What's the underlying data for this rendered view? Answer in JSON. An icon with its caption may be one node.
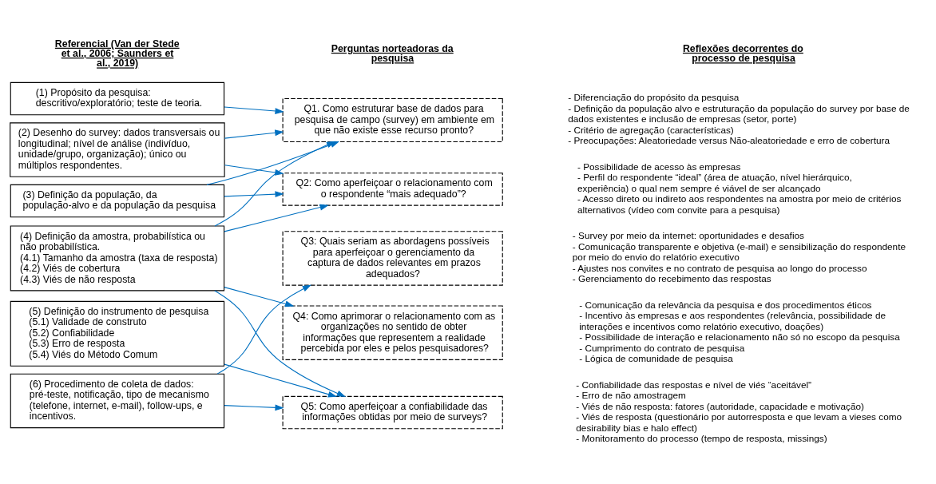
{
  "diagram": {
    "nodes": [
      {
        "text": [
          "(1) Propósito da pesquisa: descritivo/exploratório; teste de teoria."
        ]
      },
      {
        "text": [
          "(2) Desenho do survey: dados transversais ou longitudinal; nível de análise (indivíduo, unidade/grupo, organização); único ou múltiplos respondentes."
        ]
      },
      {
        "text": [
          "(3) Definição da população, da população-alvo e da população da pesquisa"
        ]
      },
      {
        "text": [
          "(4) Definição da amostra, probabilística ou não probabilística.",
          "(4.1) Tamanho da amostra (taxa de resposta)",
          "(4.2) Viés de cobertura",
          "(4.3) Viés de não resposta"
        ]
      },
      {
        "text": [
          "(5) Definição do instrumento de pesquisa",
          "(5.1) Validade de construto",
          "(5.2) Confiabilidade",
          "(5.3) Erro de resposta",
          "(5.4) Viés do Método Comum"
        ]
      },
      {
        "text": [
          "(6) Procedimento de coleta de dados: pré-teste, notificação, tipo de mecanismo (telefone, internet, e-mail), follow-ups, e incentivos."
        ]
      },
      {
        "text": [
          "Q1. Como estruturar base de dados para pesquisa de campo (survey) em ambiente em que não existe esse recurso pronto?"
        ],
        "beside": [
          "- Diferenciação do propósito da pesquisa",
          "- Definição da população alvo e estruturação da população do survey por base de dados existentes e inclusão de empresas (setor, porte)",
          "- Critério de agregação (características)",
          "- Preocupações: Aleatoriedade versus Não-aleatoriedade e erro de cobertura"
        ]
      },
      {
        "text": [
          "Q2: Como aperfeiçoar o relacionamento com o respondente “mais adequado”?"
        ],
        "beside": [
          "- Possibilidade de acesso às empresas",
          "- Perfil do respondente “ideal” (área de atuação, nível hierárquico, experiência) o qual nem sempre é viável de ser alcançado",
          "- Acesso direto ou indireto aos respondentes na amostra por meio de critérios alternativos (vídeo com convite para a pesquisa)"
        ]
      },
      {
        "text": [
          "Q3: Quais seriam as abordagens possíveis para aperfeiçoar o gerenciamento da captura de dados relevantes em prazos adequados?"
        ],
        "beside": [
          "- Survey por meio da internet: oportunidades e desafios",
          "- Comunicação transparente e objetiva (e-mail) e sensibilização do respondente por meio do envio do relatório executivo",
          "- Ajustes nos convites e no contrato de pesquisa ao longo do processo",
          "- Gerenciamento do recebimento das respostas"
        ]
      },
      {
        "text": [
          "Q4: Como aprimorar o relacionamento com as organizações no sentido de obter informações que representem a realidade percebida por eles e pelos pesquisadores?"
        ],
        "beside": [
          "- Comunicação da relevância da pesquisa e dos procedimentos éticos",
          "- Incentivo às empresas e aos respondentes (relevância, possibilidade de interações e incentivos como relatório executivo, doações)",
          "- Possibilidade de interação e relacionamento não só no escopo da pesquisa",
          "- Cumprimento do contrato de pesquisa",
          "- Lógica de comunidade de pesquisa"
        ]
      },
      {
        "text": [
          "Q5: Como aperfeiçoar a confiabilidade das informações obtidas por meio de surveys?"
        ],
        "beside": [
          "- Confiabilidade das respostas e nível de viés “aceitável”",
          "- Erro de não amostragem",
          "- Viés de não resposta: fatores (autoridade, capacidade e motivação)",
          "- Viés de resposta (questionário por autorresposta e que levam a vieses como desirability bias e halo effect)",
          "- Monitoramento do processo (tempo de resposta, missings)"
        ]
      }
    ],
    "edges": [
      {
        "from": 0,
        "to": 6,
        "arrow": "to"
      },
      {
        "from": 1,
        "to": 6,
        "arrow": "to"
      },
      {
        "from": 1,
        "to": 7,
        "arrow": "to"
      },
      {
        "from": 2,
        "to": 6,
        "arrow": "to"
      },
      {
        "from": 2,
        "to": 7,
        "arrow": "to"
      },
      {
        "from": 3,
        "to": 6,
        "arrow": "to"
      },
      {
        "from": 3,
        "to": 7,
        "arrow": "to"
      },
      {
        "from": 3,
        "to": 9,
        "arrow": "to"
      },
      {
        "from": 3,
        "to": 10,
        "arrow": "to"
      },
      {
        "from": 4,
        "to": 10,
        "arrow": "to"
      },
      {
        "from": 5,
        "to": 8,
        "arrow": "to"
      },
      {
        "from": 5,
        "to": 10,
        "arrow": "to"
      }
    ],
    "labels": [
      "Referencial (Van der Stede et al., 2006; Saunders et al., 2019)",
      "Perguntas norteadoras da pesquisa",
      "Reflexões decorrentes do processo de pesquisa"
    ]
  }
}
